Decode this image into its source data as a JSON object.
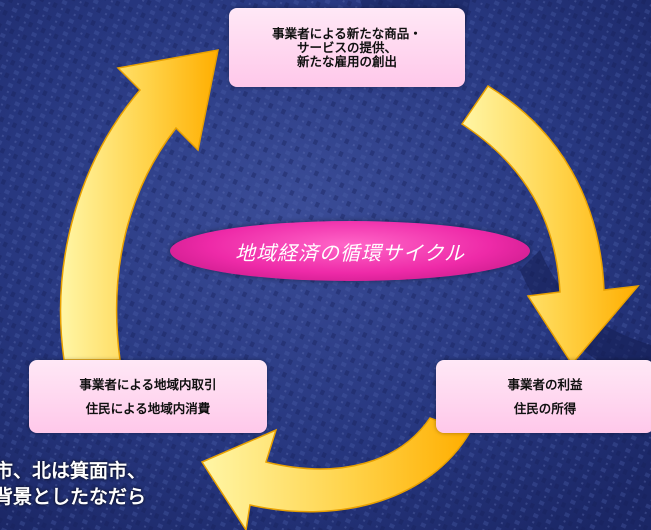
{
  "diagram": {
    "center_label": "地域経済の循環サイクル",
    "boxes": {
      "top": [
        "事業者による新たな商品・",
        "サービスの提供、",
        "新たな雇用の創出"
      ],
      "right": [
        "事業者の利益",
        "住民の所得"
      ],
      "left": [
        "事業者による地域内取引",
        "住民による地域内消費"
      ]
    }
  },
  "background_text": [
    "市、北は箕面市、",
    "背景としたなだら"
  ],
  "colors": {
    "background": "#2a3a82",
    "arrow_light": "#fff6a0",
    "arrow_dark": "#ffb000",
    "box_fill": "#ffd2ef",
    "oval": "#ee2aa8"
  }
}
